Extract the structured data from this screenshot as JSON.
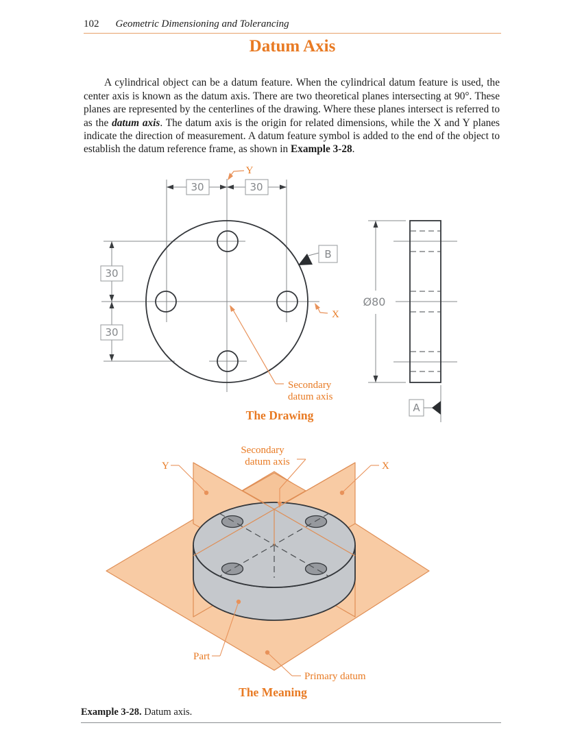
{
  "header": {
    "page_number": "102",
    "book_title": "Geometric Dimensioning and Tolerancing"
  },
  "title": "Datum Axis",
  "paragraph": {
    "part1": "A cylindrical object can be a datum feature. When the cylindrical datum feature is used, the center axis is known as the datum axis. There are two theoretical planes intersecting at 90°. These planes are represented by the centerlines of the drawing. Where these planes intersect is referred to as the ",
    "em1": "datum axis",
    "part2": ". The datum axis is the origin for related dimensions, while the X and Y planes indicate the direction of measurement. A datum feature symbol is added to the end of the object to establish the datum reference frame, as shown in ",
    "em2": "Example 3-28",
    "part3": "."
  },
  "drawing": {
    "dim_top_left": "30",
    "dim_top_right": "30",
    "dim_left_upper": "30",
    "dim_left_lower": "30",
    "diameter": "Ø80",
    "datum_b": "B",
    "datum_a": "A",
    "axis_y": "Y",
    "axis_x": "X",
    "callout_line1": "Secondary",
    "callout_line2": "datum axis",
    "caption": "The Drawing"
  },
  "meaning": {
    "axis_y": "Y",
    "axis_x": "X",
    "callout_line1": "Secondary",
    "callout_line2": "datum axis",
    "part": "Part",
    "primary_datum": "Primary datum",
    "caption": "The Meaning"
  },
  "caption": {
    "bold": "Example 3-28.",
    "text": " Datum axis."
  },
  "colors": {
    "accent_text": "#E87A23",
    "header_rule": "#E8A168",
    "plane_fill": "#F8CBA4",
    "plane_overlap_fill": "#F6C499",
    "plane_edge": "#DF8E55",
    "leader_orange": "#E8925A",
    "part_fill": "#C5C8CC",
    "hole_fill": "#96999E",
    "object_line": "#33363A",
    "dim_line_gray": "#85888B",
    "caption_rule": "#8A8D90"
  }
}
